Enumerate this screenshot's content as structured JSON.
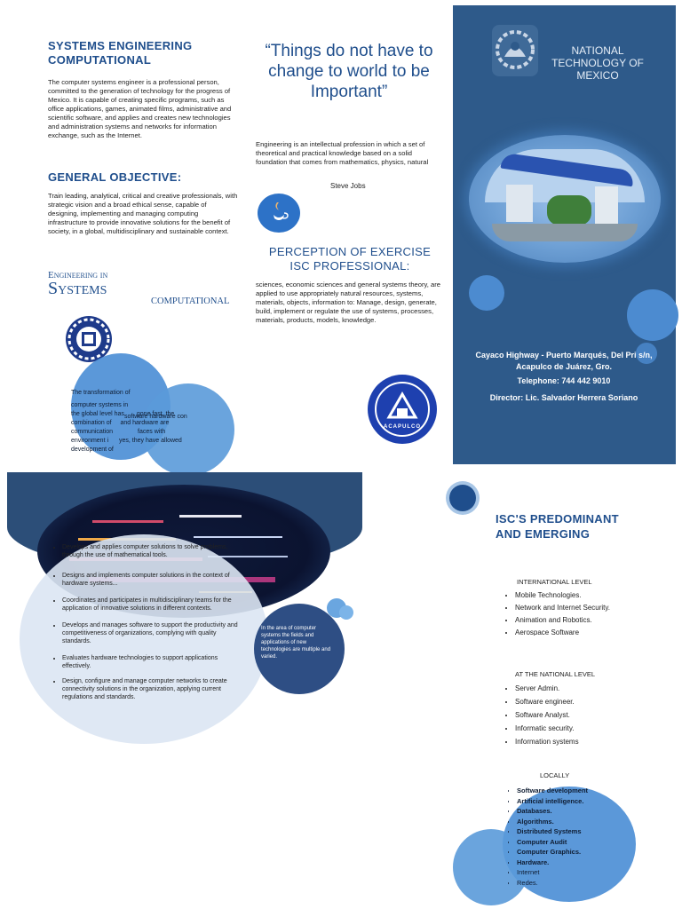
{
  "top_left": {
    "title": "SYSTEMS ENGINEERING COMPUTATIONAL",
    "intro": "The computer systems engineer is a professional person, committed to the generation of technology for the progress of Mexico. It is capable of creating specific programs, such as office applications, games, animated films, administrative and scientific software, and applies and creates new technologies and administration systems and networks for information exchange, such as the Internet.",
    "objective_title": "GENERAL OBJECTIVE:",
    "objective_text": "Train leading, analytical, critical and creative professionals, with strategic vision and a broad ethical sense, capable of designing, implementing and managing computing infrastructure to provide innovative solutions for the benefit of society, in a global, multidisciplinary and sustainable context.",
    "eng_in": "Engineering in",
    "systems": "Systems",
    "computational": "COMPUTATIONAL",
    "bubble_text_1": "The transformation of",
    "bubble_text_2": "computer systems in",
    "bubble_text_3": "the global level has",
    "bubble_text_4": "combination of",
    "bubble_text_5": "communication",
    "bubble_text_6": "environment i",
    "bubble_text_7": "development of",
    "bubble_text_8": "software hardware con",
    "bubble_text_9": "gone fast, the",
    "bubble_text_10": "and hardware are",
    "bubble_text_11": "faces with",
    "bubble_text_12": "yes, they have allowed"
  },
  "top_middle": {
    "quote": "“Things do not have to change to world to be Important”",
    "paragraph": "Engineering is an intellectual profession in which a set of theoretical and practical knowledge based on a solid foundation that comes from mathematics, physics, natural",
    "author": "Steve Jobs",
    "perception_title": "PERCEPTION OF EXERCISE ISC PROFESSIONAL:",
    "perception_text": "sciences, economic sciences and general systems theory, are applied to use appropriately natural resources, systems, materials, objects, information to: Manage, design, generate, build, implement or regulate the use of systems, processes, materials, products, models, knowledge."
  },
  "right_panel": {
    "institution": "NATIONAL TECHNOLOGY OF MEXICO",
    "address": "Cayaco Highway - Puerto Marqués, Del Pri s/n, Acapulco de Juárez, Gro.",
    "telephone": "Telephone: 744 442 9010",
    "director": "Director: Lic. Salvador Herrera Soriano",
    "logo_text": "ACAPULCO"
  },
  "bottom_left": {
    "items": [
      "Develops and applies computer solutions to solve problems, through the use of mathematical tools.",
      "Designs and implements computer solutions in the context of hardware systems...",
      "Coordinates and participates in multidisciplinary teams for the application of innovative solutions in different contexts.",
      "Develops and manages software to support the productivity and competitiveness of organizations, complying with quality standards.",
      "Evaluates hardware technologies to support applications effectively.",
      "Design, configure and manage computer networks to create connectivity solutions in the organization, applying current regulations and standards."
    ],
    "bubble_note": "In the area of computer systems the fields and applications of new technologies are multiple and varied."
  },
  "bottom_right": {
    "title": "ISC'S PREDOMINANT AND EMERGING",
    "international_label": "INTERNATIONAL LEVEL",
    "international": [
      "Mobile Technologies.",
      "Network and Internet Security.",
      "Animation and Robotics.",
      "Aerospace Software"
    ],
    "national_label": "AT THE NATIONAL LEVEL",
    "national": [
      "Server Admin.",
      "Software engineer.",
      "Software Analyst.",
      "Informatic security.",
      "Information systems"
    ],
    "local_label": "LOCALLY",
    "local": [
      "Software development",
      "Artificial intelligence.",
      "Databases.",
      "Algorithms.",
      "Distributed Systems",
      "Computer Audit",
      "Computer Graphics.",
      "Hardware.",
      "Internet",
      "Redes."
    ]
  },
  "colors": {
    "primary": "#1f4e8c",
    "panel": "#2e5a8a",
    "bubble": "#4a8ad4",
    "accent": "#5b9bd5"
  }
}
